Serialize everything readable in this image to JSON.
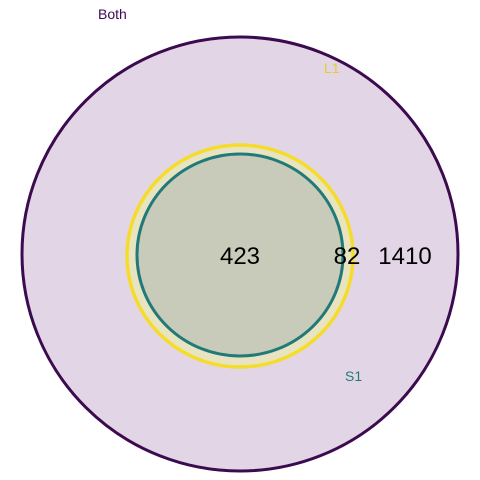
{
  "diagram": {
    "type": "venn",
    "sets": [
      {
        "key": "both",
        "label": "Both",
        "color": "#3b0a4f",
        "fill": "#e2d6e6"
      },
      {
        "key": "l1",
        "label": "L1",
        "color": "#f5dc2b",
        "fill": "#fdf3c0"
      },
      {
        "key": "s1",
        "label": "S1",
        "color": "#217a78",
        "fill": "#c9cbba"
      }
    ],
    "regions": {
      "all_three": "423",
      "both_and_l1_only": "82",
      "both_only": "1410"
    }
  }
}
